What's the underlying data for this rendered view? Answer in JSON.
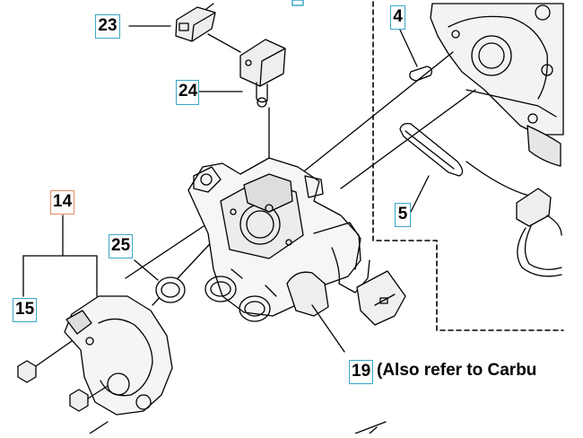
{
  "diagram": {
    "callouts": [
      {
        "id": "c23",
        "label": "23"
      },
      {
        "id": "c24",
        "label": "24"
      },
      {
        "id": "c4",
        "label": "4"
      },
      {
        "id": "c5",
        "label": "5"
      },
      {
        "id": "c14",
        "label": "14"
      },
      {
        "id": "c15",
        "label": "15"
      },
      {
        "id": "c25",
        "label": "25"
      },
      {
        "id": "c19",
        "label": "19"
      }
    ],
    "note": "(Also refer to Carbu"
  },
  "colors": {
    "callout_border": "#3aa7c9",
    "callout_border_accent": "#e08a5e",
    "line": "#000000"
  }
}
